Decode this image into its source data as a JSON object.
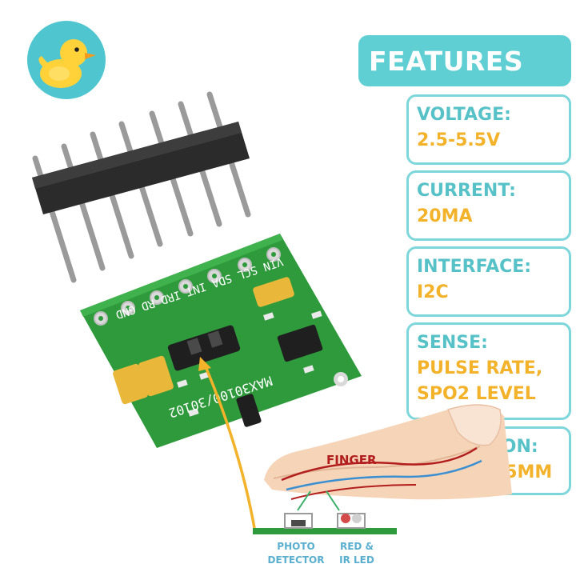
{
  "header": {
    "title": "FEATURES"
  },
  "features": [
    {
      "label": "VOLTAGE:",
      "values": [
        "2.5-5.5V"
      ]
    },
    {
      "label": "CURRENT:",
      "values": [
        "20MA"
      ]
    },
    {
      "label": "INTERFACE:",
      "values": [
        "I2C"
      ]
    },
    {
      "label": "SENSE:",
      "values": [
        "PULSE RATE,",
        "SPO2 LEVEL"
      ]
    },
    {
      "label": "DIMENSION:",
      "values": [
        "18.5X14.5MM"
      ]
    }
  ],
  "board": {
    "pin_labels": "VIN SCL SDA INT IRD RD GND",
    "model": "MAX30100/30102"
  },
  "diagram": {
    "finger_label": "FINGER",
    "photo_detector": [
      "PHOTO",
      "DETECTOR"
    ],
    "led": [
      "RED &",
      "IR LED"
    ]
  },
  "colors": {
    "teal": "#5fcfd4",
    "teal_text": "#56c2c8",
    "gold": "#f2b22a",
    "board_green": "#2f9a3c",
    "finger_red": "#b21e1e",
    "sensor_blue": "#5aafcf"
  },
  "icons": {
    "logo": "duck-icon"
  }
}
